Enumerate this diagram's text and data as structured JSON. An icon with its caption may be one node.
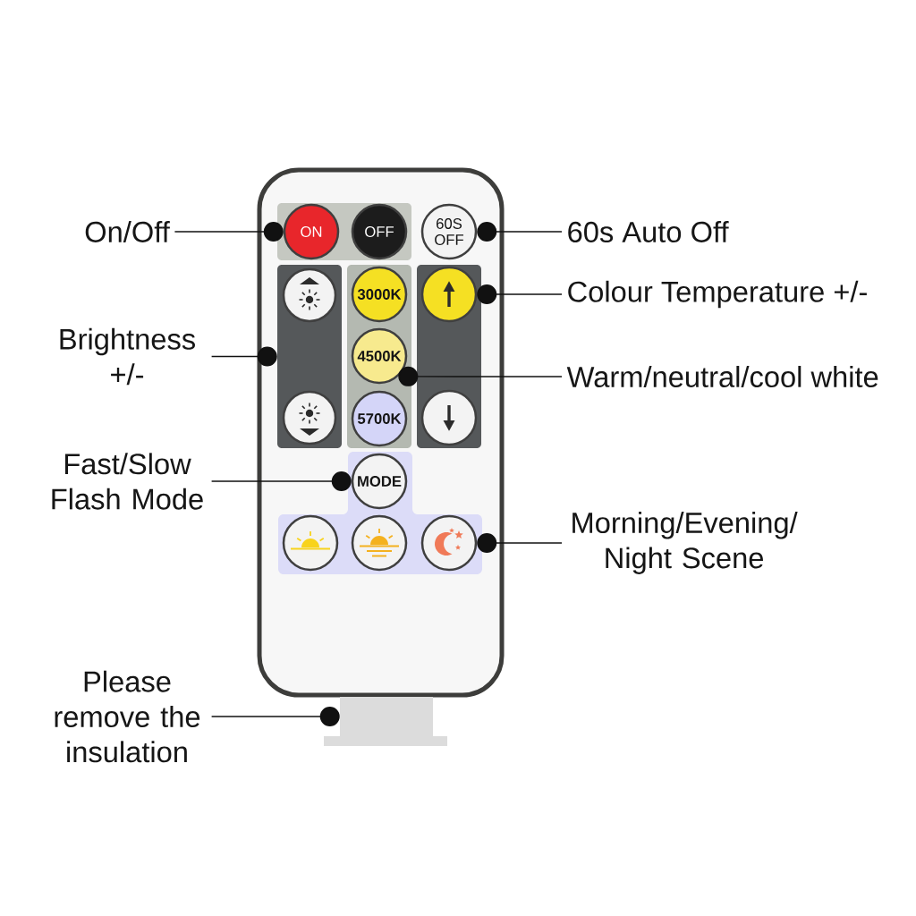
{
  "diagram": {
    "nodes": [
      {
        "text": [],
        "shape": "box"
      },
      {
        "text": [],
        "shape": "box",
        "in": 0
      },
      {
        "text": [
          "ON"
        ],
        "in": 1
      },
      {
        "text": [
          "OFF"
        ],
        "in": 1
      },
      {
        "text": [
          "60S OFF"
        ],
        "in": 0
      },
      {
        "text": [],
        "shape": "box",
        "in": 0
      },
      {
        "text": [],
        "shape": "circle",
        "in": 5
      },
      {
        "text": [],
        "shape": "circle",
        "in": 5
      },
      {
        "text": [],
        "shape": "box",
        "in": 0
      },
      {
        "text": [
          "3000K"
        ],
        "in": 8
      },
      {
        "text": [
          "4500K"
        ],
        "in": 8
      },
      {
        "text": [
          "5700K"
        ],
        "in": 8
      },
      {
        "text": [],
        "shape": "box",
        "in": 0
      },
      {
        "text": [],
        "shape": "circle",
        "in": 12
      },
      {
        "text": [],
        "shape": "circle",
        "in": 12
      },
      {
        "text": [],
        "shape": "box",
        "in": 0
      },
      {
        "text": [
          "MODE"
        ],
        "in": 15
      },
      {
        "text": [],
        "shape": "circle",
        "in": 15
      },
      {
        "text": [],
        "shape": "circle",
        "in": 15
      },
      {
        "text": [],
        "shape": "circle",
        "in": 15
      },
      {
        "text": [],
        "shape": "box"
      },
      {
        "text": [
          "On/Off"
        ]
      },
      {
        "text": [
          "60s Auto Off"
        ]
      },
      {
        "text": [
          "Colour Temperature +/-"
        ]
      },
      {
        "text": [
          "Brightness +/-"
        ]
      },
      {
        "text": [
          "Warm/neutral/cool white"
        ]
      },
      {
        "text": [
          "Fast/Slow Flash Mode"
        ]
      },
      {
        "text": [
          "Morning/Evening/ Night Scene"
        ]
      },
      {
        "text": [
          "Please remove the insulation"
        ]
      }
    ],
    "edges": [
      {
        "from": 21,
        "to": 2,
        "arrow": "other"
      },
      {
        "from": 22,
        "to": 4,
        "arrow": "other"
      },
      {
        "from": 23,
        "to": 13,
        "arrow": "other"
      },
      {
        "from": 24,
        "to": 5,
        "arrow": "other"
      },
      {
        "from": 25,
        "to": 10,
        "arrow": "other"
      },
      {
        "from": 26,
        "to": 16,
        "arrow": "other"
      },
      {
        "from": 27,
        "to": 19,
        "arrow": "other"
      },
      {
        "from": 28,
        "to": 20,
        "arrow": "other"
      }
    ]
  }
}
